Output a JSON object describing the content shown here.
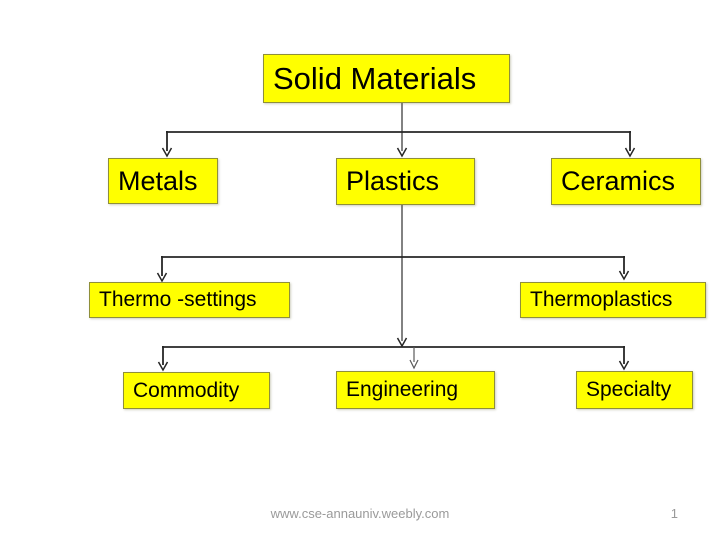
{
  "slide": {
    "background": "#ffffff",
    "node_fill": "#ffff00",
    "node_border": "#8f8f3a",
    "line_color": "#262626"
  },
  "diagram": {
    "type": "hierarchy",
    "nodes": {
      "title": {
        "label": "Solid Materials"
      },
      "metals": {
        "label": "Metals"
      },
      "plastics": {
        "label": "Plastics"
      },
      "ceramics": {
        "label": "Ceramics"
      },
      "thermosettings": {
        "label": "Thermo -settings"
      },
      "thermoplastics": {
        "label": "Thermoplastics"
      },
      "commodity": {
        "label": "Commodity"
      },
      "engineering": {
        "label": "Engineering"
      },
      "specialty": {
        "label": "Specialty"
      }
    },
    "edges": [
      [
        "Solid Materials",
        "Metals"
      ],
      [
        "Solid Materials",
        "Plastics"
      ],
      [
        "Solid Materials",
        "Ceramics"
      ],
      [
        "Plastics",
        "Thermo -settings"
      ],
      [
        "Plastics",
        "Thermoplastics"
      ],
      [
        "Plastics",
        "Commodity"
      ],
      [
        "Plastics",
        "Engineering"
      ],
      [
        "Plastics",
        "Specialty"
      ]
    ]
  },
  "footer": {
    "url": "www.cse-annauniv.weebly.com",
    "page_number": "1"
  }
}
